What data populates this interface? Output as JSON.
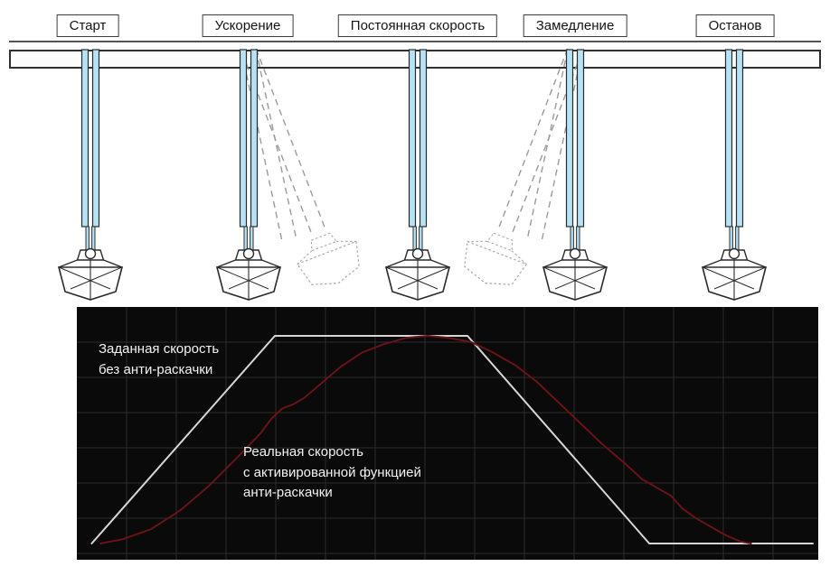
{
  "phases": [
    {
      "label": "Старт",
      "sway_ghost": "none"
    },
    {
      "label": "Ускорение",
      "sway_ghost": "swing-left"
    },
    {
      "label": "Постоянная скорость",
      "sway_ghost": "none"
    },
    {
      "label": "Замедление",
      "sway_ghost": "swing-right"
    },
    {
      "label": "Останов",
      "sway_ghost": "none"
    }
  ],
  "chart": {
    "set_speed_label": "Заданная скорость\nбез анти-раскачки",
    "real_speed_label": "Реальная скорость\nс активированной функцией\nанти-раскачки",
    "background": "#0a0a0a",
    "grid_color": "#2c2c2c"
  },
  "chart_data": {
    "type": "line",
    "title": "",
    "xlabel": "",
    "ylabel": "",
    "xlim": [
      0,
      100
    ],
    "ylim": [
      0,
      100
    ],
    "grid": true,
    "legend_position": "labels-on-plot",
    "series": [
      {
        "name": "Заданная скорость без анти-раскачки",
        "color": "#d6d6d6",
        "points": [
          [
            0.8,
            0
          ],
          [
            26,
            100
          ],
          [
            52.5,
            100
          ],
          [
            77.5,
            0
          ],
          [
            100,
            0
          ]
        ]
      },
      {
        "name": "Реальная скорость с активированной функцией анти-раскачки",
        "color": "#691317",
        "points": [
          [
            2,
            0
          ],
          [
            5,
            2
          ],
          [
            9,
            7
          ],
          [
            13,
            16
          ],
          [
            17,
            28
          ],
          [
            21,
            42
          ],
          [
            24,
            53
          ],
          [
            25.5,
            60
          ],
          [
            27,
            65
          ],
          [
            28.5,
            67
          ],
          [
            30,
            70
          ],
          [
            32,
            76
          ],
          [
            35,
            85
          ],
          [
            38,
            92
          ],
          [
            41,
            96
          ],
          [
            44,
            99
          ],
          [
            47,
            100
          ],
          [
            50,
            99
          ],
          [
            53,
            97
          ],
          [
            56,
            92
          ],
          [
            59,
            86
          ],
          [
            62,
            78
          ],
          [
            65,
            68
          ],
          [
            68,
            58
          ],
          [
            71,
            48
          ],
          [
            74,
            39
          ],
          [
            76.5,
            31
          ],
          [
            79,
            26
          ],
          [
            80.5,
            23
          ],
          [
            82,
            17
          ],
          [
            84,
            12
          ],
          [
            86,
            8
          ],
          [
            88,
            4
          ],
          [
            90,
            1
          ],
          [
            91.5,
            0
          ]
        ]
      }
    ]
  }
}
